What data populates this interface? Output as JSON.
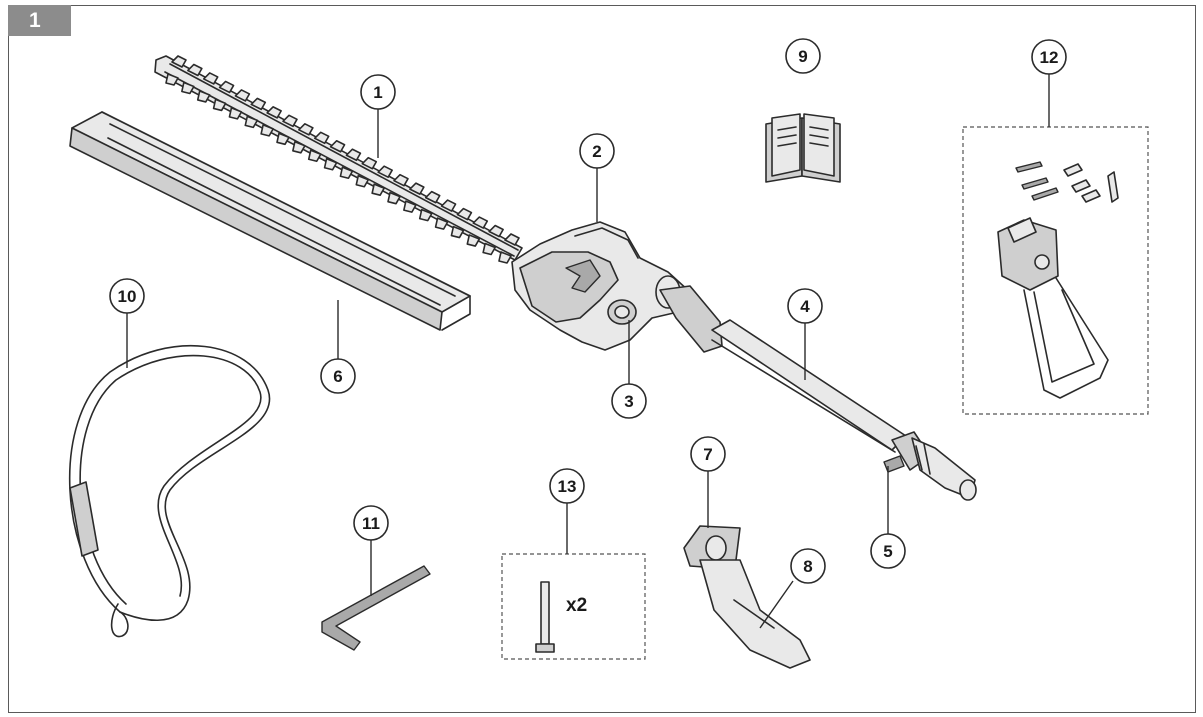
{
  "figure": {
    "number": "1"
  },
  "callouts": [
    {
      "id": "c1",
      "label": "1"
    },
    {
      "id": "c2",
      "label": "2"
    },
    {
      "id": "c3",
      "label": "3"
    },
    {
      "id": "c4",
      "label": "4"
    },
    {
      "id": "c5",
      "label": "5"
    },
    {
      "id": "c6",
      "label": "6"
    },
    {
      "id": "c7",
      "label": "7"
    },
    {
      "id": "c8",
      "label": "8"
    },
    {
      "id": "c9",
      "label": "9"
    },
    {
      "id": "c10",
      "label": "10"
    },
    {
      "id": "c11",
      "label": "11"
    },
    {
      "id": "c12",
      "label": "12"
    },
    {
      "id": "c13",
      "label": "13"
    }
  ],
  "kit_13": {
    "quantity": "x2"
  }
}
